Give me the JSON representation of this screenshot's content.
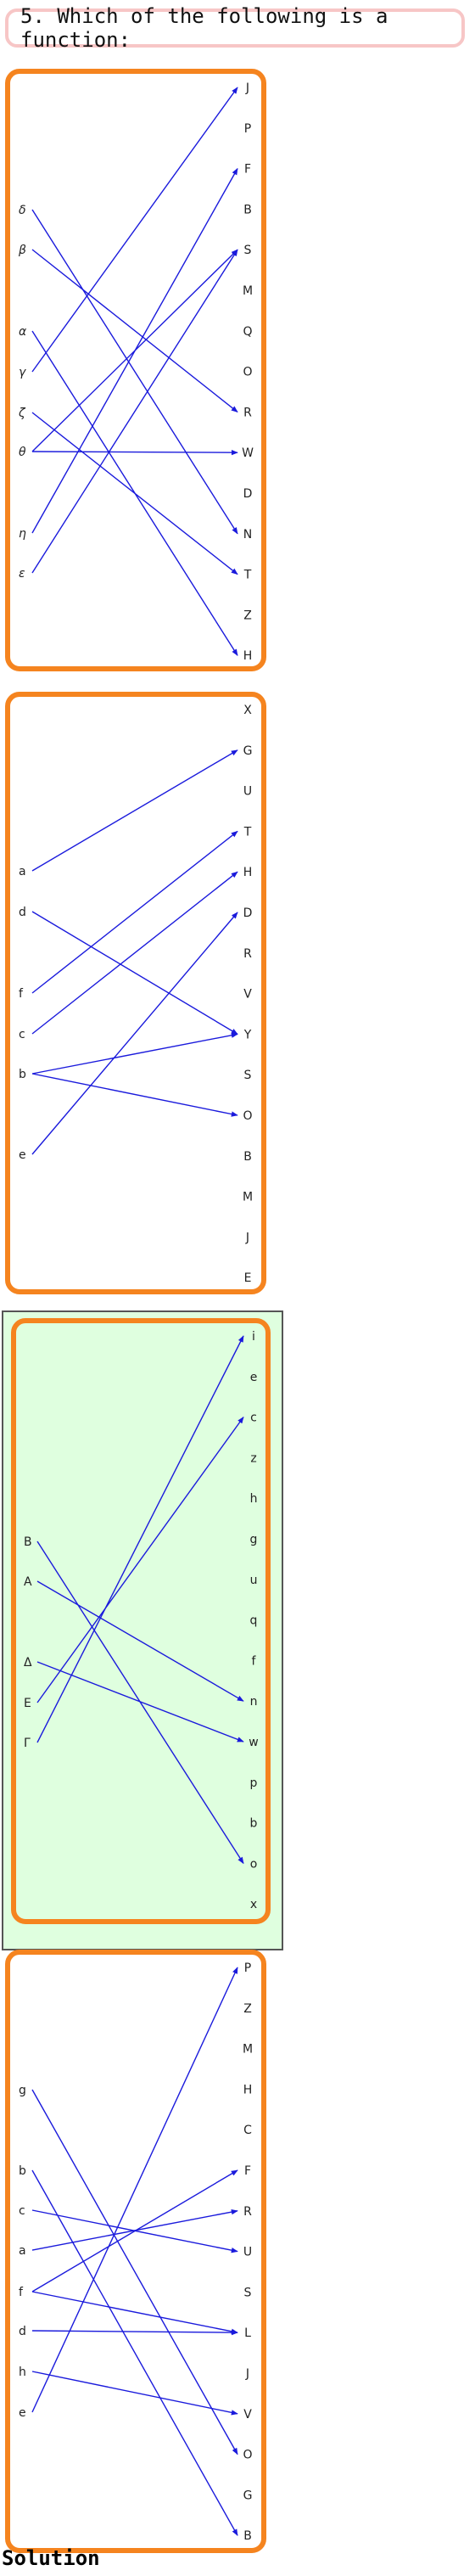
{
  "question": "5. Which of the following is a function:",
  "solution_label": "Solution",
  "colors": {
    "frame": "#f5841f",
    "arrow": "#1a1adc",
    "highlight_bg": "#dfffdf"
  },
  "panels": [
    {
      "id": "panel-1",
      "left_style": "italic",
      "left": [
        "δ",
        "β",
        "α",
        "γ",
        "ζ",
        "θ",
        "η",
        "ε"
      ],
      "right": [
        "J",
        "P",
        "F",
        "B",
        "S",
        "M",
        "Q",
        "O",
        "R",
        "W",
        "D",
        "N",
        "T",
        "Z",
        "H"
      ],
      "arrows": [
        [
          "δ",
          "N"
        ],
        [
          "β",
          "R"
        ],
        [
          "α",
          "H"
        ],
        [
          "γ",
          "J"
        ],
        [
          "ζ",
          "T"
        ],
        [
          "θ",
          "S"
        ],
        [
          "θ",
          "W"
        ],
        [
          "η",
          "F"
        ],
        [
          "ε",
          "S"
        ]
      ]
    },
    {
      "id": "panel-2",
      "left_style": "normal",
      "left": [
        "a",
        "d",
        "f",
        "c",
        "b",
        "e"
      ],
      "right": [
        "X",
        "G",
        "U",
        "T",
        "H",
        "D",
        "R",
        "V",
        "Y",
        "S",
        "O",
        "B",
        "M",
        "J",
        "E"
      ],
      "arrows": [
        [
          "a",
          "G"
        ],
        [
          "d",
          "Y"
        ],
        [
          "f",
          "T"
        ],
        [
          "c",
          "H"
        ],
        [
          "b",
          "Y"
        ],
        [
          "b",
          "O"
        ],
        [
          "e",
          "D"
        ]
      ]
    },
    {
      "id": "panel-3",
      "highlighted": true,
      "left_style": "normal",
      "left": [
        "B",
        "A",
        "Δ",
        "E",
        "Γ"
      ],
      "right": [
        "i",
        "e",
        "c",
        "z",
        "h",
        "g",
        "u",
        "q",
        "f",
        "n",
        "w",
        "p",
        "b",
        "o",
        "x"
      ],
      "arrows": [
        [
          "B",
          "o"
        ],
        [
          "A",
          "n"
        ],
        [
          "Δ",
          "w"
        ],
        [
          "E",
          "c"
        ],
        [
          "Γ",
          "i"
        ]
      ]
    },
    {
      "id": "panel-4",
      "left_style": "normal",
      "left": [
        "g",
        "b",
        "c",
        "a",
        "f",
        "d",
        "h",
        "e"
      ],
      "right": [
        "P",
        "Z",
        "M",
        "H",
        "C",
        "F",
        "R",
        "U",
        "S",
        "L",
        "J",
        "V",
        "O",
        "G",
        "B"
      ],
      "arrows": [
        [
          "g",
          "O"
        ],
        [
          "b",
          "B"
        ],
        [
          "c",
          "U"
        ],
        [
          "a",
          "R"
        ],
        [
          "f",
          "F"
        ],
        [
          "f",
          "L"
        ],
        [
          "d",
          "L"
        ],
        [
          "h",
          "V"
        ],
        [
          "e",
          "P"
        ]
      ]
    }
  ]
}
